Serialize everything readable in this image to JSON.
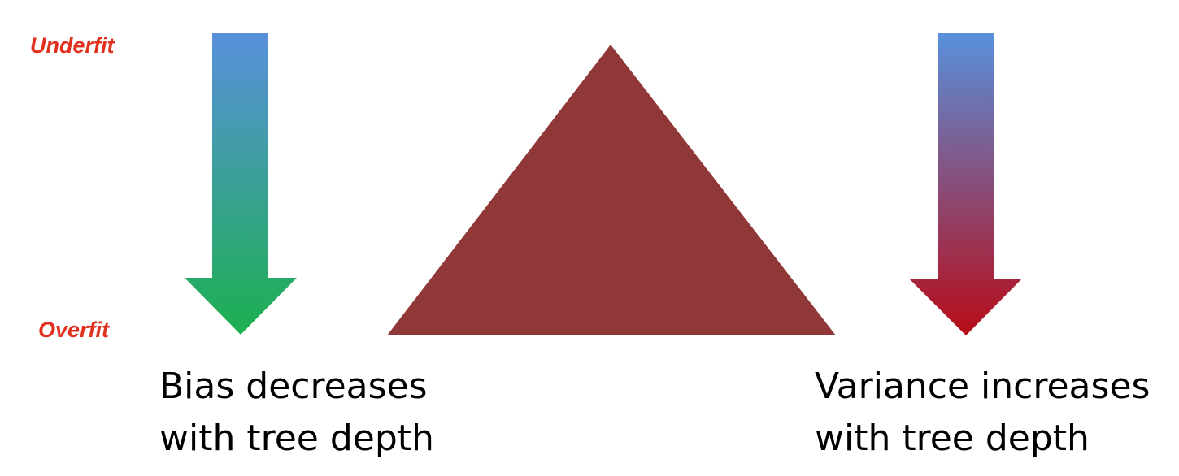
{
  "labels": {
    "underfit": "Underfit",
    "overfit": "Overfit"
  },
  "bias": {
    "line1": "Bias decreases",
    "line2": "with tree depth"
  },
  "variance": {
    "line1": "Variance increases",
    "line2": "with tree depth"
  },
  "colors": {
    "label_red": "#e0301e",
    "triangle": "#903838",
    "arrow_top_blue": "#5890dc",
    "bias_arrow_bottom_green": "#1cb050",
    "variance_arrow_bottom_red": "#b80c18"
  }
}
